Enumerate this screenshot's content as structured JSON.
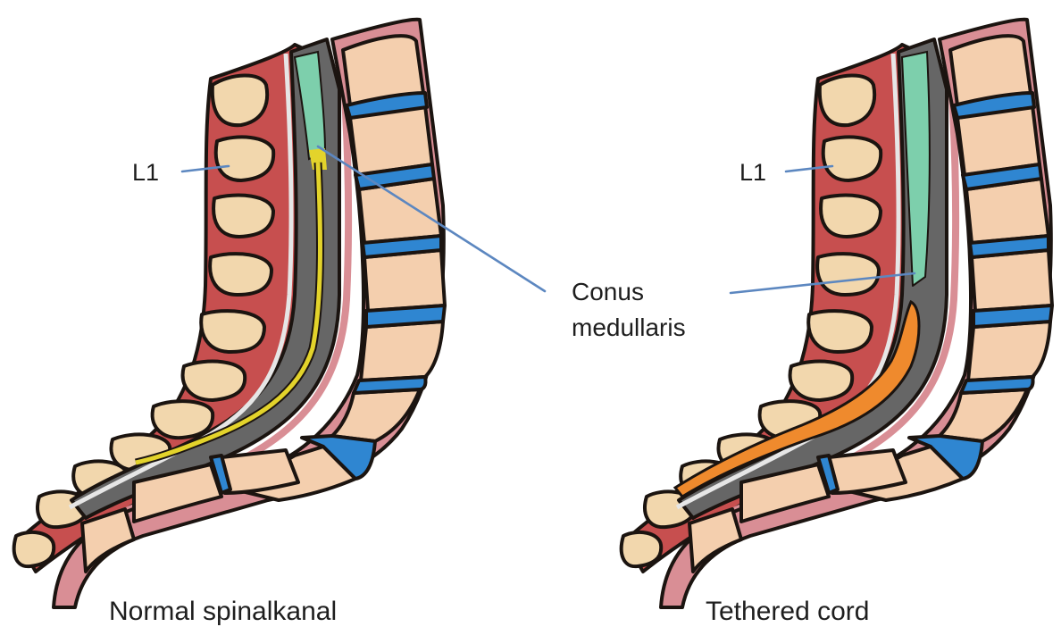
{
  "colors": {
    "background": "#ffffff",
    "muscle": "#c74f4f",
    "vertebra": "#f2d7ad",
    "vertebra_body": "#f4cfae",
    "disc": "#2f86d1",
    "dura": "#d98e95",
    "canal_csf": "#666666",
    "spinal_cord": "#7dcfac",
    "filum_normal": "#e3d32b",
    "filum_tethered": "#ef8a2d",
    "pointer_line": "#5c87c0",
    "outline": "#1b1410"
  },
  "labels": {
    "left_level": "L1",
    "right_level": "L1",
    "conus_line1": "Conus",
    "conus_line2": "medullaris",
    "left_caption": "Normal spinalkanal",
    "right_caption": "Tethered cord"
  }
}
